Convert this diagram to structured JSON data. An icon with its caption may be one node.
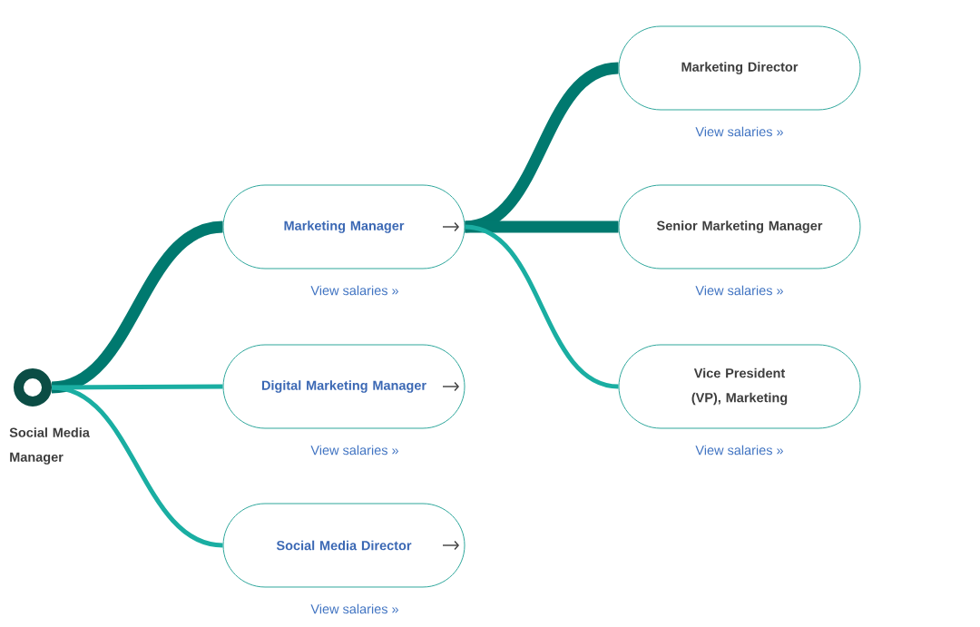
{
  "diagram": {
    "nodes": [
      {
        "text": [
          "Social Media Manager"
        ]
      },
      {
        "text": [
          "Marketing Manager"
        ],
        "beside": [
          "View salaries »"
        ]
      },
      {
        "text": [
          "Digital Marketing Manager"
        ],
        "beside": [
          "View salaries »"
        ]
      },
      {
        "text": [
          "Social Media Director"
        ],
        "beside": [
          "View salaries »"
        ]
      },
      {
        "text": [
          "Marketing Director"
        ],
        "beside": [
          "View salaries »"
        ]
      },
      {
        "text": [
          "Senior Marketing Manager"
        ],
        "beside": [
          "View salaries »"
        ]
      },
      {
        "text": [
          "Vice President (VP), Marketing"
        ],
        "beside": [
          "View salaries »"
        ]
      }
    ],
    "edges": [
      {
        "from": 0,
        "to": 1,
        "arrow": "none",
        "style": "thick",
        "color": "#00796f"
      },
      {
        "from": 0,
        "to": 2,
        "arrow": "none"
      },
      {
        "from": 0,
        "to": 3,
        "arrow": "none"
      },
      {
        "from": 1,
        "to": 4,
        "arrow": "none",
        "style": "thick",
        "color": "#00796f"
      },
      {
        "from": 1,
        "to": 5,
        "arrow": "none",
        "style": "thick",
        "color": "#00796f"
      },
      {
        "from": 1,
        "to": 6,
        "arrow": "none"
      }
    ]
  }
}
